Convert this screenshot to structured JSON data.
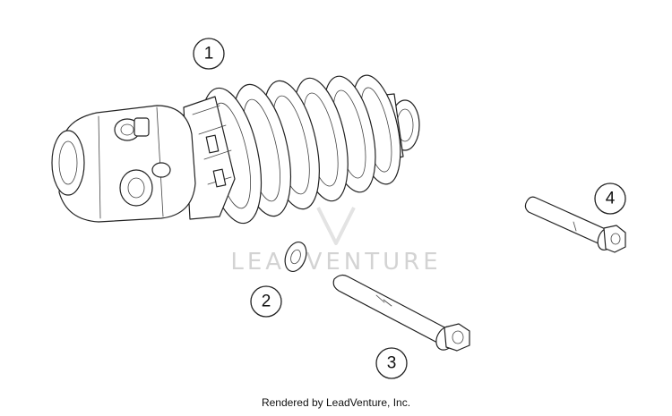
{
  "diagram": {
    "callouts": [
      {
        "id": "1",
        "label": "1"
      },
      {
        "id": "2",
        "label": "2"
      },
      {
        "id": "3",
        "label": "3"
      },
      {
        "id": "4",
        "label": "4"
      }
    ],
    "watermark": "LEADVENTURE",
    "footer": "Rendered by LeadVenture, Inc."
  }
}
